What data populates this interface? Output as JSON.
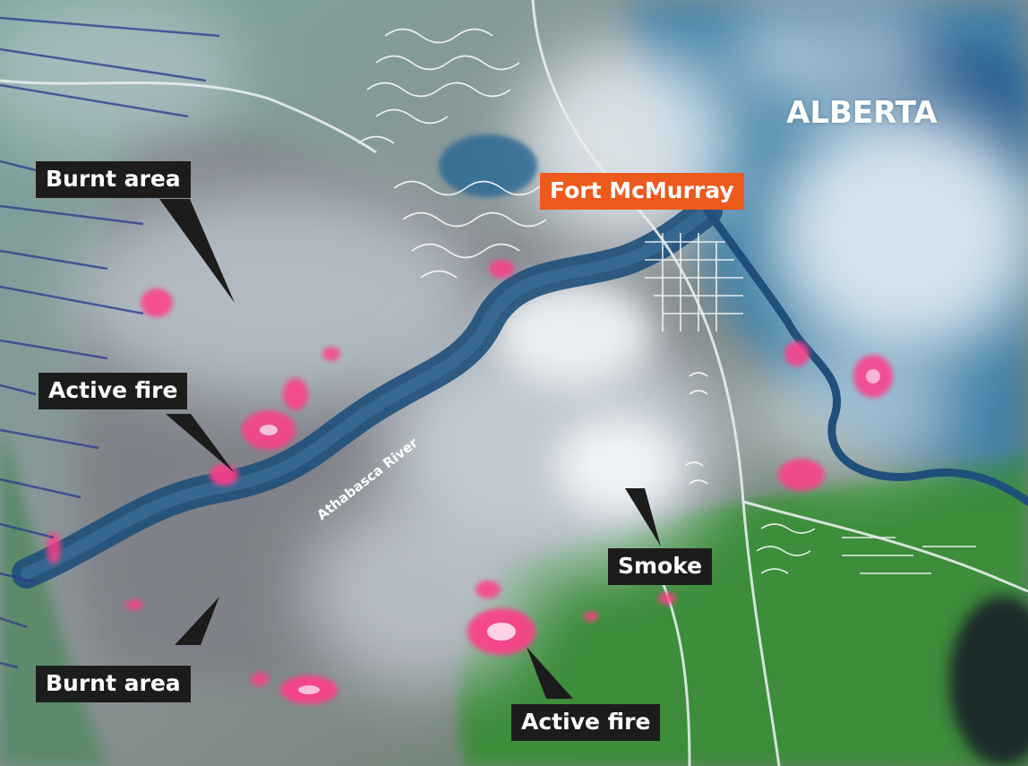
{
  "map": {
    "region_label": "ALBERTA",
    "city_label": "Fort McMurray",
    "river_label": "Athabasca River",
    "labels": {
      "burnt_area_top": "Burnt area",
      "active_fire_left": "Active fire",
      "smoke": "Smoke",
      "burnt_area_bottom": "Burnt area",
      "active_fire_bottom": "Active fire"
    },
    "colors": {
      "label_box": "#1c1c1c",
      "city_box": "#ee5a1c",
      "river": "#1f4f7a",
      "fire": "#ff3d8a",
      "smoke": "#c9d3dd",
      "forest": "#3f8f3f"
    }
  }
}
